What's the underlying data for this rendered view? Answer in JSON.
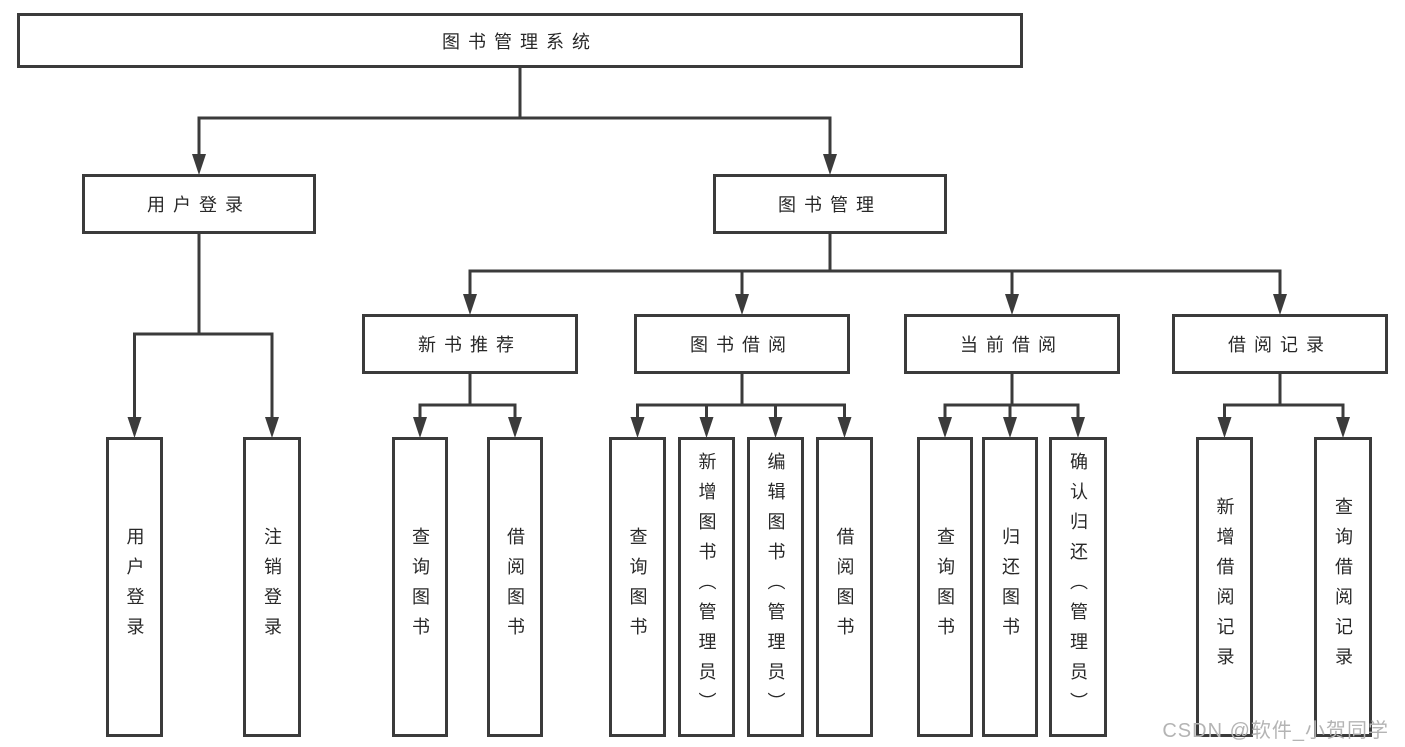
{
  "diagram": {
    "type": "hierarchy-tree",
    "title": "图书管理系统",
    "colors": {
      "border": "#3b3b3b",
      "line": "#3b3b3b",
      "text": "#282828",
      "background": "#ffffff",
      "watermark": "#b4b4b4"
    },
    "nodes": [
      {
        "id": "root",
        "label": "图书管理系统",
        "level": 1,
        "parent": null,
        "orientation": "horizontal"
      },
      {
        "id": "user-login",
        "label": "用户登录",
        "level": 2,
        "parent": "root",
        "orientation": "horizontal"
      },
      {
        "id": "book-mgmt",
        "label": "图书管理",
        "level": 2,
        "parent": "root",
        "orientation": "horizontal"
      },
      {
        "id": "user-login-action",
        "label": "用户登录",
        "level": 3,
        "parent": "user-login",
        "orientation": "vertical"
      },
      {
        "id": "logout",
        "label": "注销登录",
        "level": 3,
        "parent": "user-login",
        "orientation": "vertical"
      },
      {
        "id": "new-book-rec",
        "label": "新书推荐",
        "level": 3,
        "parent": "book-mgmt",
        "orientation": "horizontal"
      },
      {
        "id": "book-borrow",
        "label": "图书借阅",
        "level": 3,
        "parent": "book-mgmt",
        "orientation": "horizontal"
      },
      {
        "id": "current-borrow",
        "label": "当前借阅",
        "level": 3,
        "parent": "book-mgmt",
        "orientation": "horizontal"
      },
      {
        "id": "borrow-records",
        "label": "借阅记录",
        "level": 3,
        "parent": "book-mgmt",
        "orientation": "horizontal"
      },
      {
        "id": "rec-query-book",
        "label": "查询图书",
        "level": 4,
        "parent": "new-book-rec",
        "orientation": "vertical"
      },
      {
        "id": "rec-borrow-book",
        "label": "借阅图书",
        "level": 4,
        "parent": "new-book-rec",
        "orientation": "vertical"
      },
      {
        "id": "bb-query-book",
        "label": "查询图书",
        "level": 4,
        "parent": "book-borrow",
        "orientation": "vertical"
      },
      {
        "id": "bb-add-book",
        "label": "新增图书（管理员）",
        "level": 4,
        "parent": "book-borrow",
        "orientation": "vertical"
      },
      {
        "id": "bb-edit-book",
        "label": "编辑图书（管理员）",
        "level": 4,
        "parent": "book-borrow",
        "orientation": "vertical"
      },
      {
        "id": "bb-borrow-book",
        "label": "借阅图书",
        "level": 4,
        "parent": "book-borrow",
        "orientation": "vertical"
      },
      {
        "id": "cb-query-book",
        "label": "查询图书",
        "level": 4,
        "parent": "current-borrow",
        "orientation": "vertical"
      },
      {
        "id": "cb-return-book",
        "label": "归还图书",
        "level": 4,
        "parent": "current-borrow",
        "orientation": "vertical"
      },
      {
        "id": "cb-confirm-return",
        "label": "确认归还（管理员）",
        "level": 4,
        "parent": "current-borrow",
        "orientation": "vertical"
      },
      {
        "id": "br-add-record",
        "label": "新增借阅记录",
        "level": 4,
        "parent": "borrow-records",
        "orientation": "vertical"
      },
      {
        "id": "br-query-record",
        "label": "查询借阅记录",
        "level": 4,
        "parent": "borrow-records",
        "orientation": "vertical"
      }
    ]
  },
  "watermark": {
    "text": "CSDN @软件_小贺同学"
  }
}
